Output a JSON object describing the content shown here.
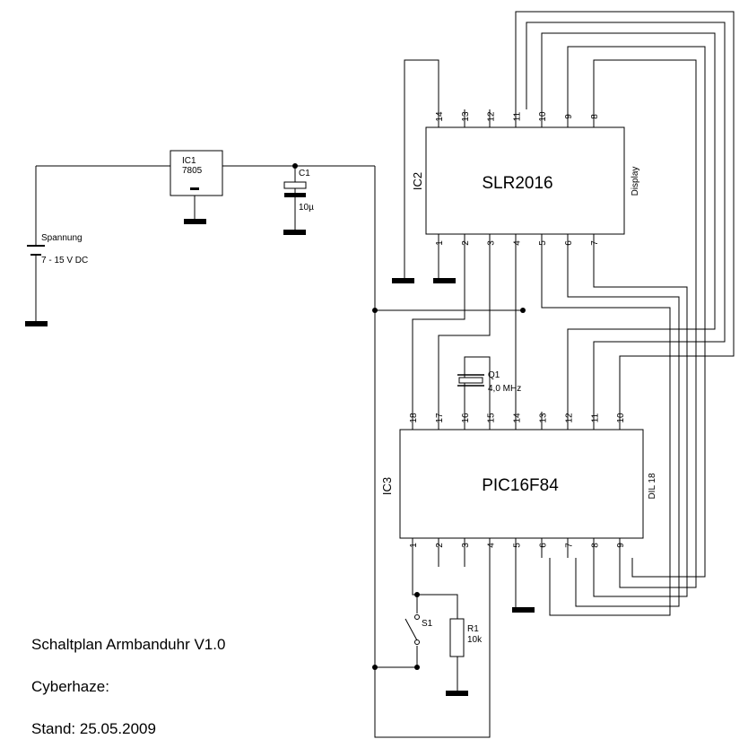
{
  "ic1": {
    "ref": "IC1",
    "value": "7805"
  },
  "ic2": {
    "ref": "IC2",
    "value": "SLR2016",
    "side_label": "Display",
    "pins_top": [
      "14",
      "13",
      "12",
      "11",
      "10",
      "9",
      "8"
    ],
    "pins_bottom": [
      "1",
      "2",
      "3",
      "4",
      "5",
      "6",
      "7"
    ]
  },
  "ic3": {
    "ref": "IC3",
    "value": "PIC16F84",
    "side_label": "DIL 18",
    "pins_top": [
      "18",
      "17",
      "16",
      "15",
      "14",
      "13",
      "12",
      "11",
      "10"
    ],
    "pins_bottom": [
      "1",
      "2",
      "3",
      "4",
      "5",
      "6",
      "7",
      "8",
      "9"
    ]
  },
  "c1": {
    "ref": "C1",
    "value": "10µ"
  },
  "q1": {
    "ref": "Q1",
    "value": "4,0 MHz"
  },
  "r1": {
    "ref": "R1",
    "value": "10k"
  },
  "s1": {
    "ref": "S1"
  },
  "supply": {
    "name": "Spannung",
    "range": "7 - 15 V DC"
  },
  "notes": {
    "title": "Schaltplan Armbanduhr V1.0",
    "author": "Cyberhaze:",
    "date": "Stand: 25.05.2009"
  }
}
